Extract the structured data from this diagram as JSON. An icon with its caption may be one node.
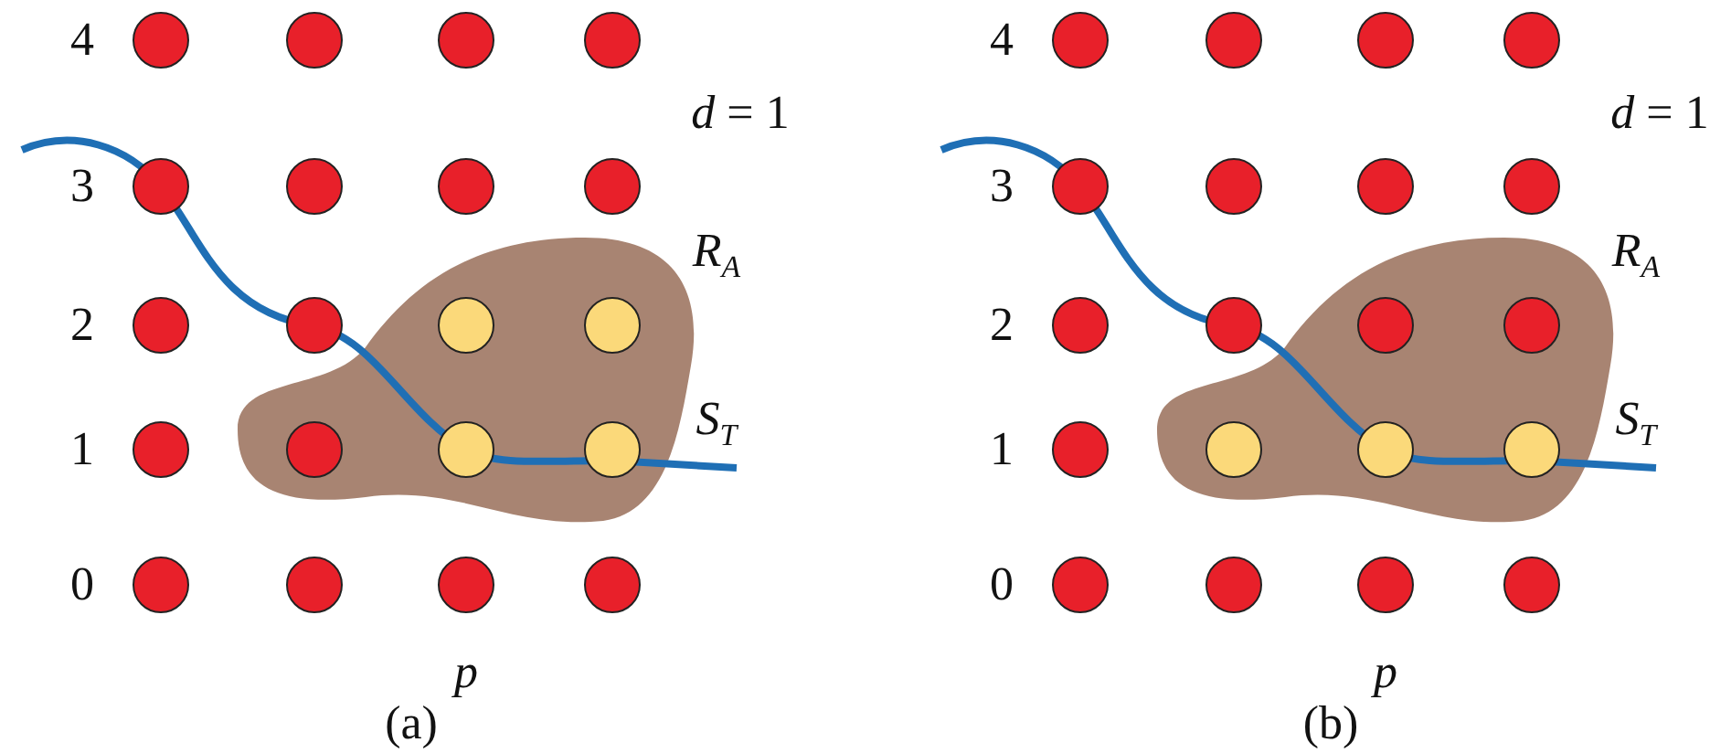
{
  "diagram": {
    "labels": [
      "4",
      "*d* = 1",
      "3",
      "*R*$_{A}$",
      "2",
      "*S*$_{T}$",
      "1",
      "0",
      "p",
      "(a)",
      "4",
      "*d* = 1",
      "3",
      "*R*$_{A}$",
      "2",
      "*S*$_{T}$",
      "1",
      "0",
      "p",
      "(b)"
    ]
  }
}
